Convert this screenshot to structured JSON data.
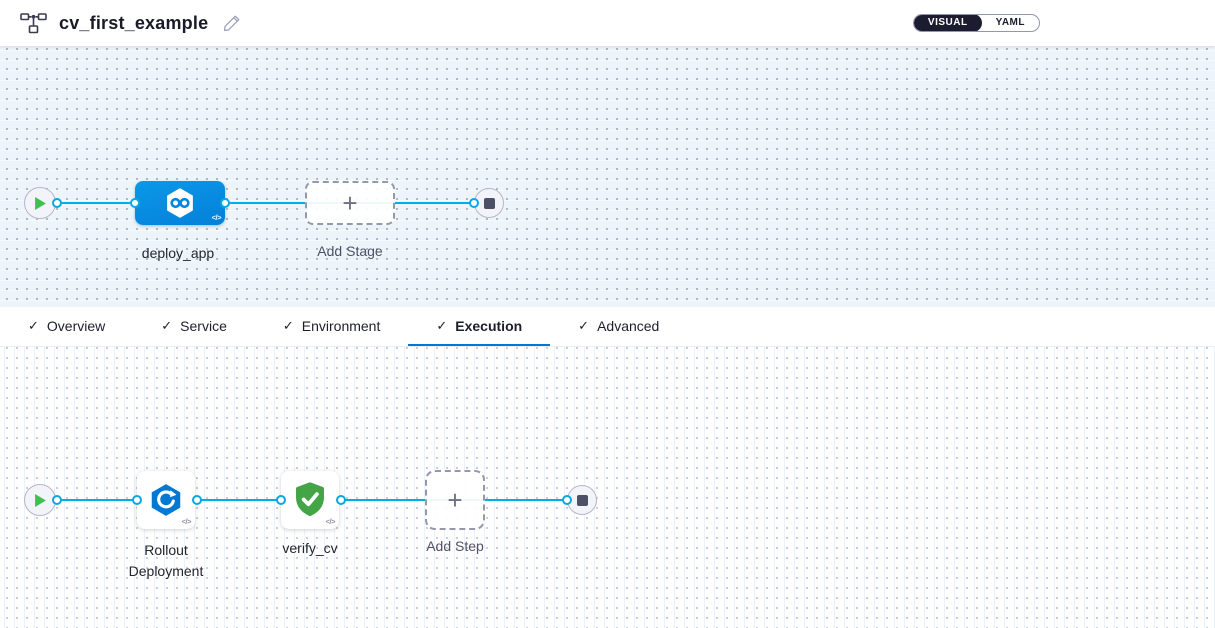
{
  "header": {
    "title": "cv_first_example",
    "view_toggle": {
      "options": [
        "VISUAL",
        "YAML"
      ],
      "selected": "VISUAL"
    }
  },
  "stage_pipeline": {
    "start_node": "start",
    "stage": {
      "name": "deploy_app",
      "icon": "cd-hexagon-infinity-icon"
    },
    "add_stage_label": "Add Stage",
    "end_node": "stop"
  },
  "tabs": {
    "items": [
      {
        "label": "Overview",
        "checked": true,
        "active": false
      },
      {
        "label": "Service",
        "checked": true,
        "active": false
      },
      {
        "label": "Environment",
        "checked": true,
        "active": false
      },
      {
        "label": "Execution",
        "checked": true,
        "active": true
      },
      {
        "label": "Advanced",
        "checked": true,
        "active": false
      }
    ],
    "active_tab": "Execution"
  },
  "execution_pipeline": {
    "start_node": "start",
    "steps": [
      {
        "name": "Rollout Deployment",
        "icon": "rollout-deployment-icon"
      },
      {
        "name": "verify_cv",
        "icon": "verify-shield-check-icon"
      }
    ],
    "add_step_label": "Add Step",
    "end_node": "stop"
  },
  "glyphs": {
    "code": "</>",
    "plus": "+",
    "check": "✓"
  },
  "colors": {
    "accent_blue": "#0278d5",
    "connector_blue": "#00ade4",
    "stage_node_blue": "#0591e2",
    "success_green": "#43a546",
    "toggle_dark": "#1c1c30",
    "canvas_tint": "#edf5fa"
  }
}
